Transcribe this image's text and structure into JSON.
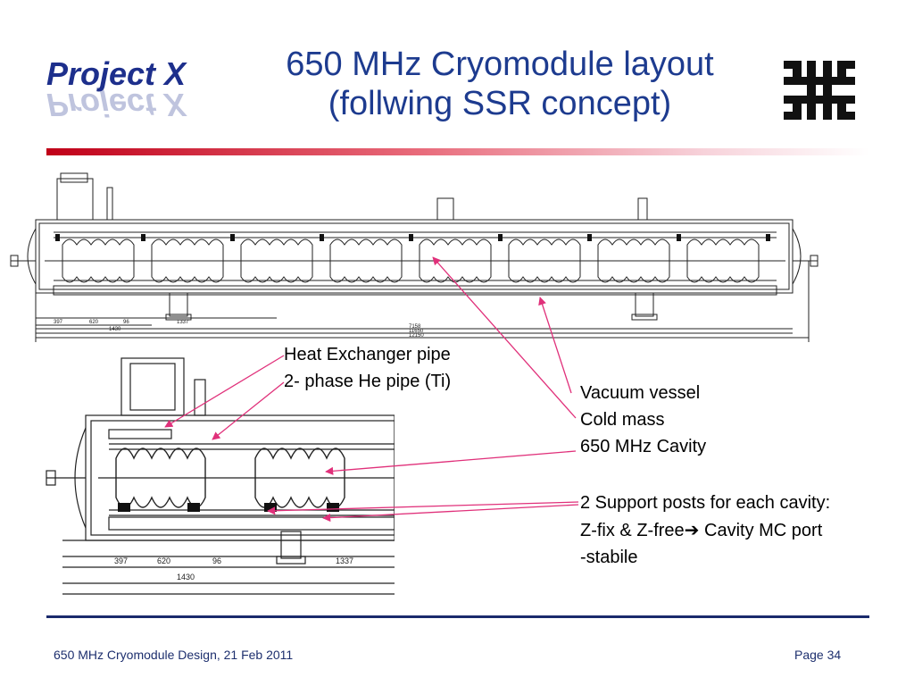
{
  "header": {
    "logo_text": "Project X",
    "title_line1": "650 MHz Cryomodule layout",
    "title_line2": "(follwing SSR concept)"
  },
  "callouts": {
    "left": [
      "Heat Exchanger pipe",
      "2- phase He pipe (Ti)"
    ],
    "right": [
      "Vacuum vessel",
      "Cold mass",
      "650 MHz Cavity"
    ],
    "support": [
      "2 Support posts for each cavity:",
      "Z-fix & Z-free",
      "Cavity MC port",
      "-stabile"
    ],
    "arrow_glyph": "➔"
  },
  "drawing_dimensions": {
    "top": [
      "397",
      "620",
      "96",
      "1337",
      "1430",
      "7158",
      "11650",
      "12150"
    ],
    "detail": [
      "397",
      "620",
      "96",
      "1337",
      "1430"
    ]
  },
  "footer": {
    "left": "650 MHz Cryomodule Design, 21 Feb 2011",
    "right": "Page 34"
  },
  "colors": {
    "title": "#1d3b8f",
    "accent_rule": "#c00018",
    "bottom_rule": "#1a2a6c",
    "callout_arrows": "#e0307a"
  }
}
